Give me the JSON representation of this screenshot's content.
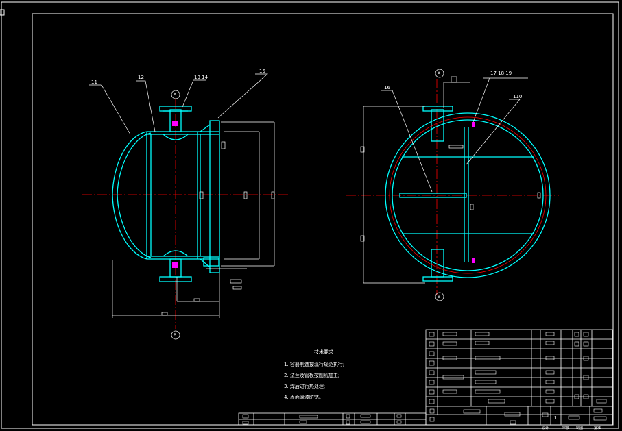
{
  "drawing": {
    "part_labels": [
      "11",
      "12",
      "13",
      "14",
      "15",
      "16",
      "17",
      "18",
      "19",
      "110"
    ],
    "nozzle_labels": [
      "A",
      "B"
    ],
    "technical_requirements": {
      "title": "技术要求",
      "items": [
        "1. 容器制造按现行规范执行;",
        "2. 法兰及管板按图纸加工;",
        "3. 焊后进行热处理;",
        "4. 表面涂漆防锈。"
      ]
    },
    "title_block": {
      "quantity": "1",
      "footer_labels": [
        "设计",
        "审核",
        "制图",
        "批准"
      ]
    },
    "colors": {
      "background": "#000000",
      "frame": "#ffffff",
      "vessel": "#00ffff",
      "centerline": "#ff0000",
      "accent": "#ff00ff"
    }
  }
}
